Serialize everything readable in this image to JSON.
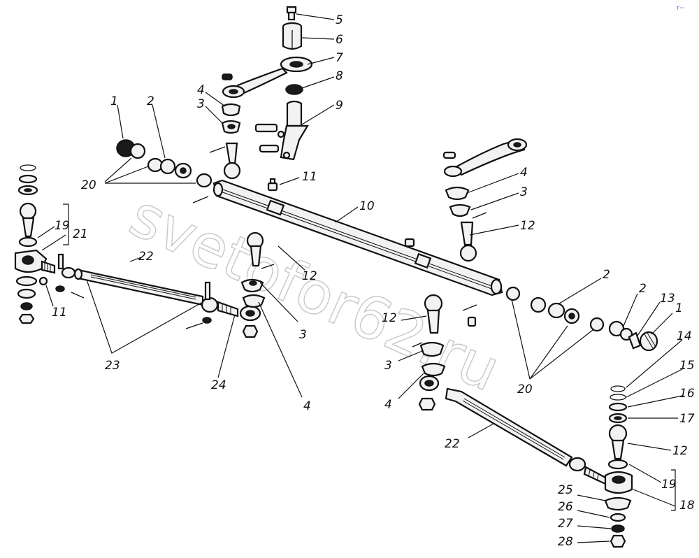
{
  "watermark": "svetofor62.ru",
  "corner_mark": "r~",
  "callouts": {
    "n5": "5",
    "n6": "6",
    "n7": "7",
    "n8": "8",
    "n9": "9",
    "n4a": "4",
    "n3a": "3",
    "n1a": "1",
    "n2a": "2",
    "n20a": "20",
    "n11a": "11",
    "n10": "10",
    "n4b": "4",
    "n3b": "3",
    "n12a": "12",
    "n19a": "19",
    "n21": "21",
    "n11b": "11",
    "n22a": "22",
    "n23": "23",
    "n24": "24",
    "n12b": "12",
    "n3c": "3",
    "n4c": "4",
    "n12c": "12",
    "n3d": "3",
    "n4d": "4",
    "n2b": "2",
    "n2c": "2",
    "n13": "13",
    "n1b": "1",
    "n20b": "20",
    "n22b": "22",
    "n14": "14",
    "n15": "15",
    "n16": "16",
    "n17": "17",
    "n12d": "12",
    "n19b": "19",
    "n18": "18",
    "n25": "25",
    "n26": "26",
    "n27": "27",
    "n28": "28"
  }
}
